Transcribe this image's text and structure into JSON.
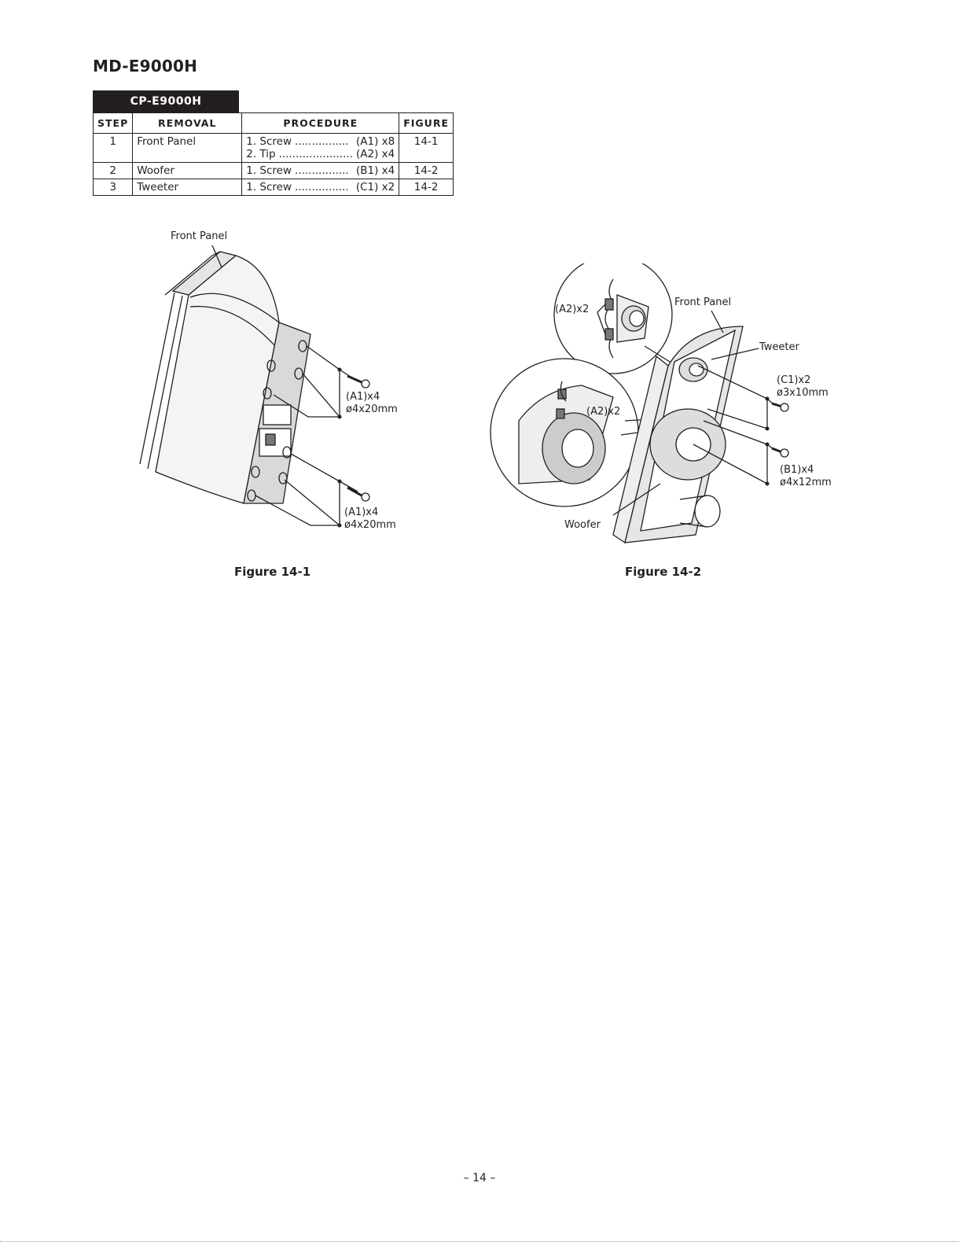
{
  "page": {
    "model": "MD-E9000H",
    "page_number": "– 14 –"
  },
  "table": {
    "unit": "CP-E9000H",
    "headers": {
      "step": "STEP",
      "removal": "REMOVAL",
      "procedure": "PROCEDURE",
      "figure": "FIGURE"
    },
    "rows": [
      {
        "step": "1",
        "removal": "Front Panel",
        "procedure": [
          {
            "text": "1. Screw",
            "dots": "................",
            "value": "(A1) x8"
          },
          {
            "text": "2. Tip",
            "dots": "......................",
            "value": "(A2) x4"
          }
        ],
        "figure": "14-1"
      },
      {
        "step": "2",
        "removal": "Woofer",
        "procedure": [
          {
            "text": "1. Screw",
            "dots": "................",
            "value": "(B1) x4"
          }
        ],
        "figure": "14-2"
      },
      {
        "step": "3",
        "removal": "Tweeter",
        "procedure": [
          {
            "text": "1. Screw",
            "dots": "................",
            "value": "(C1) x2"
          }
        ],
        "figure": "14-2"
      }
    ]
  },
  "figure1": {
    "caption": "Figure 14-1",
    "labels": {
      "front_panel": "Front Panel",
      "a1_top": "(A1)x4",
      "a1_top_size": "ø4x20mm",
      "a1_bottom": "(A1)x4",
      "a1_bottom_size": "ø4x20mm"
    }
  },
  "figure2": {
    "caption": "Figure 14-2",
    "labels": {
      "a2_top": "(A2)x2",
      "front_panel": "Front Panel",
      "tweeter": "Tweeter",
      "c1": "(C1)x2",
      "c1_size": "ø3x10mm",
      "a2_mid": "(A2)x2",
      "b1": "(B1)x4",
      "b1_size": "ø4x12mm",
      "woofer": "Woofer"
    }
  }
}
